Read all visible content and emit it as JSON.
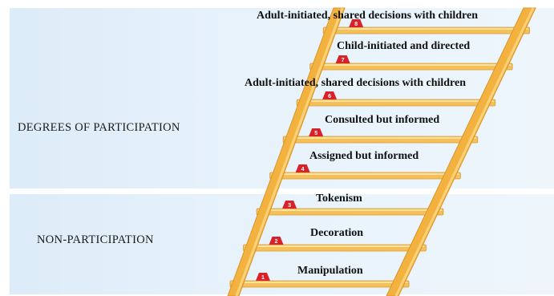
{
  "zones": {
    "top_label": "DEGREES OF PARTICIPATION",
    "bottom_label": "NON-PARTICIPATION"
  },
  "rungs": [
    {
      "number": "1",
      "label": "Manipulation"
    },
    {
      "number": "2",
      "label": "Decoration"
    },
    {
      "number": "3",
      "label": "Tokenism"
    },
    {
      "number": "4",
      "label": "Assigned but informed"
    },
    {
      "number": "5",
      "label": "Consulted but informed"
    },
    {
      "number": "6",
      "label": "Adult-initiated, shared decisions with children"
    },
    {
      "number": "7",
      "label": "Child-initiated and directed"
    },
    {
      "number": "8",
      "label": "Adult-initiated, shared decisions with children"
    }
  ],
  "colors": {
    "rail": "#f3b23f",
    "rail_light": "#fbd27a",
    "rung": "#f5c05a",
    "badge": "#d8222a"
  }
}
